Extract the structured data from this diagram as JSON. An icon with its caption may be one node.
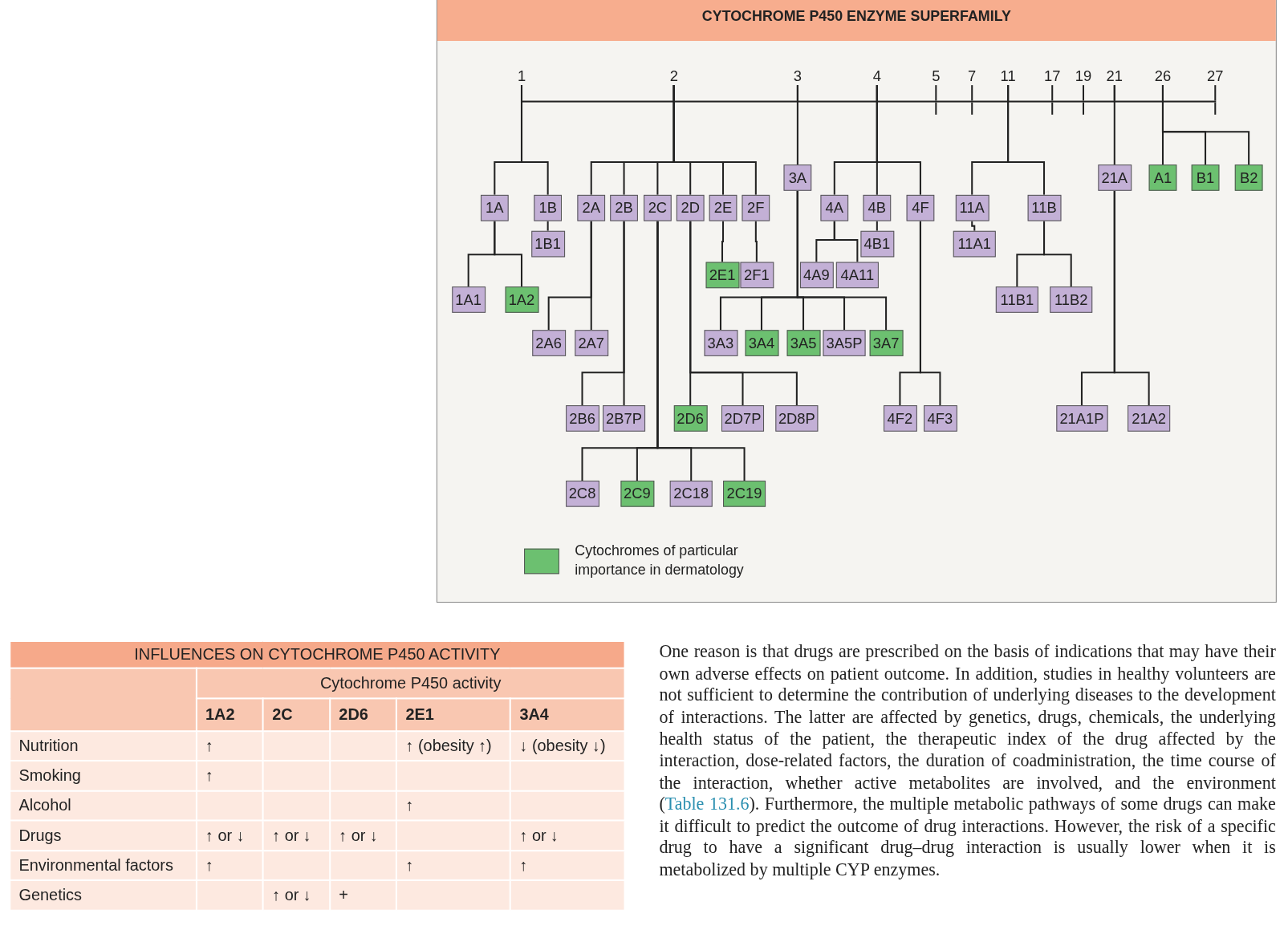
{
  "diagram": {
    "title": "CYTOCHROME P450 ENZYME SUPERFAMILY",
    "nodes": [
      {
        "text": [
          "1"
        ]
      },
      {
        "text": [
          "2"
        ]
      },
      {
        "text": [
          "3"
        ]
      },
      {
        "text": [
          "4"
        ]
      },
      {
        "text": [
          "5"
        ]
      },
      {
        "text": [
          "7"
        ]
      },
      {
        "text": [
          "11"
        ]
      },
      {
        "text": [
          "17"
        ]
      },
      {
        "text": [
          "19"
        ]
      },
      {
        "text": [
          "21"
        ]
      },
      {
        "text": [
          "26"
        ]
      },
      {
        "text": [
          "27"
        ]
      },
      {
        "text": [
          "3A"
        ]
      },
      {
        "text": [
          "21A"
        ]
      },
      {
        "text": [
          "A1"
        ]
      },
      {
        "text": [
          "B1"
        ]
      },
      {
        "text": [
          "B2"
        ]
      },
      {
        "text": [
          "1A"
        ]
      },
      {
        "text": [
          "1B"
        ]
      },
      {
        "text": [
          "2A"
        ]
      },
      {
        "text": [
          "2B"
        ]
      },
      {
        "text": [
          "2C"
        ]
      },
      {
        "text": [
          "2D"
        ]
      },
      {
        "text": [
          "2E"
        ]
      },
      {
        "text": [
          "2F"
        ]
      },
      {
        "text": [
          "4A"
        ]
      },
      {
        "text": [
          "4B"
        ]
      },
      {
        "text": [
          "4F"
        ]
      },
      {
        "text": [
          "11A"
        ]
      },
      {
        "text": [
          "11B"
        ]
      },
      {
        "text": [
          "1B1"
        ]
      },
      {
        "text": [
          "4B1"
        ]
      },
      {
        "text": [
          "11A1"
        ]
      },
      {
        "text": [
          "2E1"
        ]
      },
      {
        "text": [
          "2F1"
        ]
      },
      {
        "text": [
          "4A9"
        ]
      },
      {
        "text": [
          "4A11"
        ]
      },
      {
        "text": [
          "1A1"
        ]
      },
      {
        "text": [
          "1A2"
        ]
      },
      {
        "text": [
          "11B1"
        ]
      },
      {
        "text": [
          "11B2"
        ]
      },
      {
        "text": [
          "2A6"
        ]
      },
      {
        "text": [
          "2A7"
        ]
      },
      {
        "text": [
          "3A3"
        ]
      },
      {
        "text": [
          "3A4"
        ]
      },
      {
        "text": [
          "3A5"
        ]
      },
      {
        "text": [
          "3A5P"
        ]
      },
      {
        "text": [
          "3A7"
        ]
      },
      {
        "text": [
          "2B6"
        ]
      },
      {
        "text": [
          "2B7P"
        ]
      },
      {
        "text": [
          "2D6"
        ]
      },
      {
        "text": [
          "2D7P"
        ]
      },
      {
        "text": [
          "2D8P"
        ]
      },
      {
        "text": [
          "4F2"
        ]
      },
      {
        "text": [
          "4F3"
        ]
      },
      {
        "text": [
          "21A1P"
        ]
      },
      {
        "text": [
          "21A2"
        ]
      },
      {
        "text": [
          "2C8"
        ]
      },
      {
        "text": [
          "2C9"
        ]
      },
      {
        "text": [
          "2C18"
        ]
      },
      {
        "text": [
          "2C19"
        ]
      },
      {
        "text": [],
        "shape": "bar"
      }
    ],
    "edges": [
      {
        "from": 0,
        "to": 61,
        "arrow": "none"
      },
      {
        "from": 1,
        "to": 61,
        "arrow": "none"
      },
      {
        "from": 2,
        "to": 61,
        "arrow": "none"
      },
      {
        "from": 3,
        "to": 61,
        "arrow": "none"
      },
      {
        "from": 4,
        "to": 61,
        "arrow": "none"
      },
      {
        "from": 5,
        "to": 61,
        "arrow": "none"
      },
      {
        "from": 6,
        "to": 61,
        "arrow": "none"
      },
      {
        "from": 7,
        "to": 61,
        "arrow": "none"
      },
      {
        "from": 8,
        "to": 61,
        "arrow": "none"
      },
      {
        "from": 9,
        "to": 61,
        "arrow": "none"
      },
      {
        "from": 10,
        "to": 61,
        "arrow": "none"
      },
      {
        "from": 11,
        "to": 61,
        "arrow": "none"
      },
      {
        "from": 0,
        "to": 17,
        "arrow": "none"
      },
      {
        "from": 0,
        "to": 18,
        "arrow": "none"
      },
      {
        "from": 1,
        "to": 19,
        "arrow": "none"
      },
      {
        "from": 1,
        "to": 20,
        "arrow": "none"
      },
      {
        "from": 1,
        "to": 21,
        "arrow": "none"
      },
      {
        "from": 1,
        "to": 22,
        "arrow": "none"
      },
      {
        "from": 1,
        "to": 23,
        "arrow": "none"
      },
      {
        "from": 1,
        "to": 24,
        "arrow": "none"
      },
      {
        "from": 2,
        "to": 12,
        "arrow": "none"
      },
      {
        "from": 3,
        "to": 25,
        "arrow": "none"
      },
      {
        "from": 3,
        "to": 26,
        "arrow": "none"
      },
      {
        "from": 3,
        "to": 27,
        "arrow": "none"
      },
      {
        "from": 6,
        "to": 28,
        "arrow": "none"
      },
      {
        "from": 6,
        "to": 29,
        "arrow": "none"
      },
      {
        "from": 9,
        "to": 13,
        "arrow": "none"
      },
      {
        "from": 10,
        "to": 14,
        "arrow": "none"
      },
      {
        "from": 10,
        "to": 15,
        "arrow": "none"
      },
      {
        "from": 10,
        "to": 16,
        "arrow": "none"
      },
      {
        "from": 17,
        "to": 37,
        "arrow": "none"
      },
      {
        "from": 17,
        "to": 38,
        "arrow": "none"
      },
      {
        "from": 18,
        "to": 30,
        "arrow": "none"
      },
      {
        "from": 19,
        "to": 41,
        "arrow": "none"
      },
      {
        "from": 19,
        "to": 42,
        "arrow": "none"
      },
      {
        "from": 20,
        "to": 48,
        "arrow": "none"
      },
      {
        "from": 20,
        "to": 49,
        "arrow": "none"
      },
      {
        "from": 21,
        "to": 57,
        "arrow": "none"
      },
      {
        "from": 21,
        "to": 58,
        "arrow": "none"
      },
      {
        "from": 21,
        "to": 59,
        "arrow": "none"
      },
      {
        "from": 21,
        "to": 60,
        "arrow": "none"
      },
      {
        "from": 22,
        "to": 50,
        "arrow": "none"
      },
      {
        "from": 22,
        "to": 51,
        "arrow": "none"
      },
      {
        "from": 22,
        "to": 52,
        "arrow": "none"
      },
      {
        "from": 23,
        "to": 33,
        "arrow": "none"
      },
      {
        "from": 24,
        "to": 34,
        "arrow": "none"
      },
      {
        "from": 25,
        "to": 35,
        "arrow": "none"
      },
      {
        "from": 25,
        "to": 36,
        "arrow": "none"
      },
      {
        "from": 26,
        "to": 31,
        "arrow": "none"
      },
      {
        "from": 27,
        "to": 53,
        "arrow": "none"
      },
      {
        "from": 27,
        "to": 54,
        "arrow": "none"
      },
      {
        "from": 28,
        "to": 32,
        "arrow": "none"
      },
      {
        "from": 29,
        "to": 39,
        "arrow": "none"
      },
      {
        "from": 29,
        "to": 40,
        "arrow": "none"
      },
      {
        "from": 12,
        "to": 43,
        "arrow": "none"
      },
      {
        "from": 12,
        "to": 44,
        "arrow": "none"
      },
      {
        "from": 12,
        "to": 45,
        "arrow": "none"
      },
      {
        "from": 12,
        "to": 46,
        "arrow": "none"
      },
      {
        "from": 12,
        "to": 47,
        "arrow": "none"
      },
      {
        "from": 13,
        "to": 55,
        "arrow": "none"
      },
      {
        "from": 13,
        "to": 56,
        "arrow": "none"
      }
    ],
    "labels": [
      "INFLUENCES ON CYTOCHROME P450 ACTIVITY",
      "Cytochrome P450 activity",
      "1A2",
      "2C",
      "2D6",
      "2E1",
      "3A4",
      "Nutrition",
      "↑",
      "↑ (obesity ↑)",
      "↓ (obesity ↓)",
      "Smoking",
      "↑",
      "Alcohol",
      "↑",
      "Drugs",
      "↑ or ↓",
      "↑ or ↓",
      "↑ or ↓",
      "↑ or ↓",
      "Environmental factors",
      "↑",
      "↑",
      "↑",
      "Genetics",
      "↑ or ↓",
      "+",
      "One reason is that drugs are prescribed on the basis of indications that may have their own adverse effects on patient outcome. In addition, studies in healthy volunteers are not sufficient to determine the contribution of underlying diseases to the development of interactions. The latter are affected by genetics, drugs, chemicals, the underlying health status of the patient, the therapeutic index of the drug affected by the interaction, dose-related factors, the duration of coadministration, the time course of the interaction, whether active metabolites are involved, and the environment (",
      "Table 131.6",
      "). Furthermore, the multiple metabolic pathways of some drugs can make it difficult to predict the outcome of drug interactions. However, the risk of a specific drug to have a significant drug–drug interaction is usually lower when it is metabolized by multiple CYP enzymes."
    ],
    "legend": [
      {
        "text": "Cytochromes of particular importance in dermatology",
        "color": "#6cc070"
      }
    ]
  }
}
